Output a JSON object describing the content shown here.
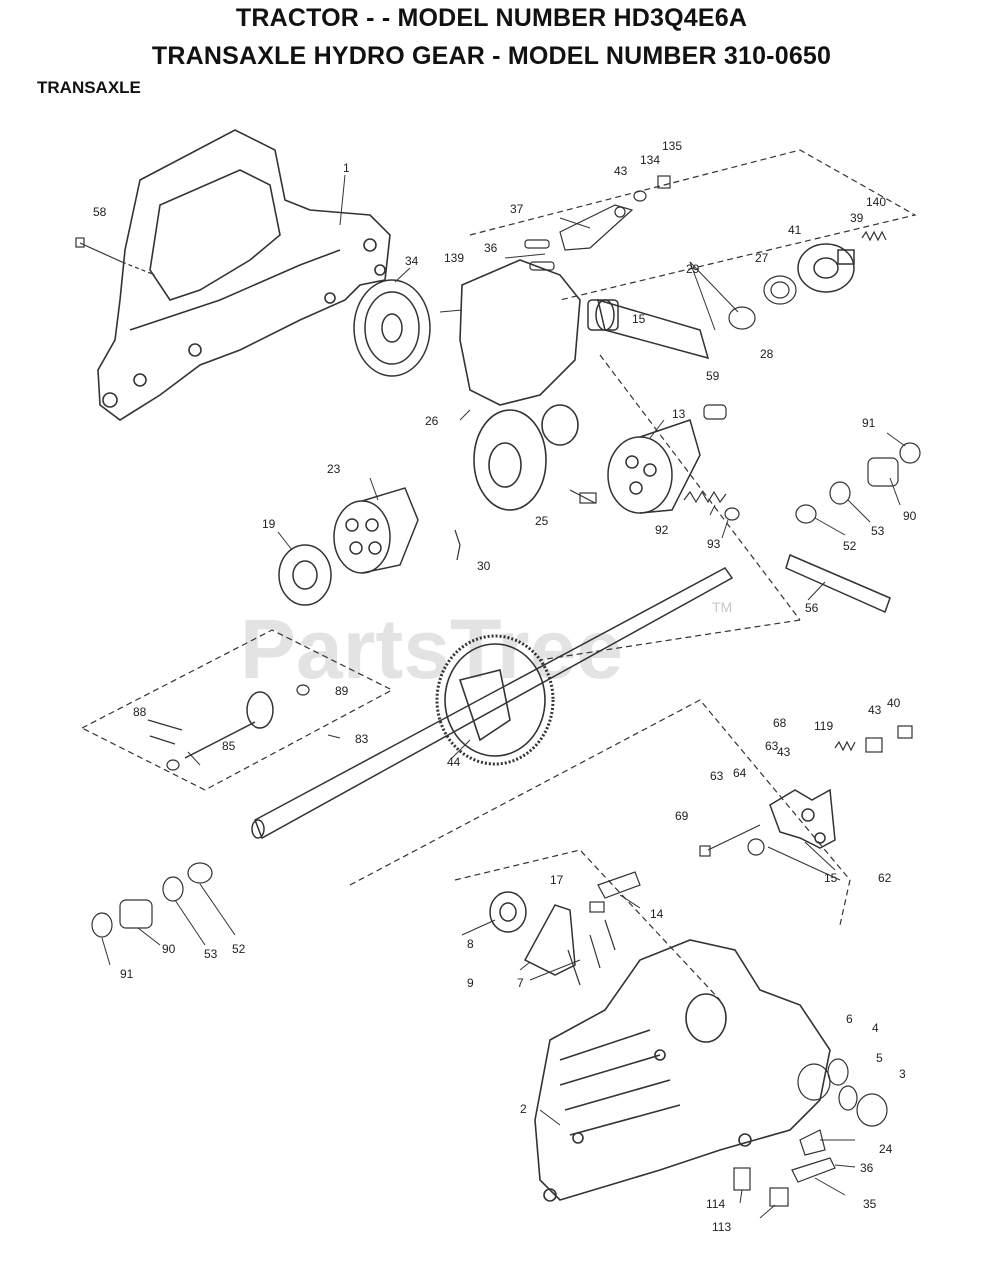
{
  "header": {
    "title_line1": "TRACTOR - - MODEL NUMBER HD3Q4E6A",
    "title_line2": "TRANSAXLE HYDRO GEAR - MODEL NUMBER 310-0650",
    "section": "TRANSAXLE"
  },
  "watermark": {
    "text": "PartsTree",
    "tm": "TM"
  },
  "callouts": [
    "1",
    "58",
    "34",
    "135",
    "134",
    "43",
    "37",
    "36",
    "139",
    "140",
    "39",
    "41",
    "27",
    "29",
    "28",
    "15",
    "59",
    "26",
    "13",
    "91",
    "23",
    "19",
    "25",
    "30",
    "92",
    "93",
    "53",
    "52",
    "90",
    "56",
    "88",
    "89",
    "83",
    "85",
    "44",
    "40",
    "43",
    "68",
    "119",
    "63",
    "43",
    "63",
    "64",
    "69",
    "15",
    "62",
    "17",
    "14",
    "8",
    "9",
    "7",
    "6",
    "4",
    "5",
    "3",
    "2",
    "24",
    "36",
    "35",
    "114",
    "113",
    "91",
    "90",
    "53",
    "52"
  ]
}
